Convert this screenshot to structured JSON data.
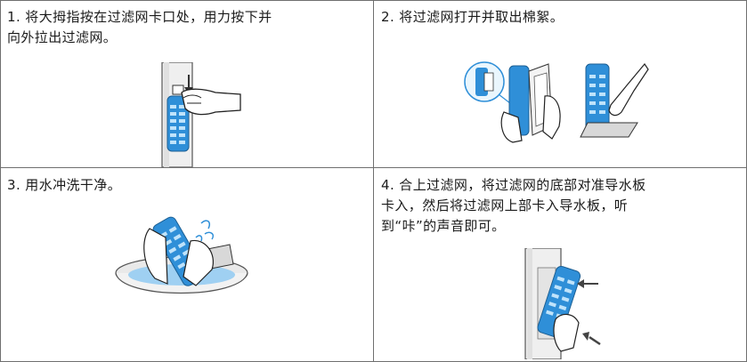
{
  "steps": [
    {
      "number": "1.",
      "text": "将大拇指按在过滤网卡口处，用力按下并\n向外拉出过滤网。",
      "illustration": "press-and-pull-filter"
    },
    {
      "number": "2.",
      "text": "将过滤网打开并取出棉絮。",
      "illustration": "open-filter-remove-lint"
    },
    {
      "number": "3.",
      "text": "用水冲洗干净。",
      "illustration": "rinse-filter-in-basin"
    },
    {
      "number": "4.",
      "text": "合上过滤网，将过滤网的底部对准导水板\n卡入，然后将过滤网上部卡入导水板，听\n到“咔”的声音即可。",
      "illustration": "reinsert-filter"
    }
  ],
  "colors": {
    "accent_blue": "#2f8fd8",
    "light_blue": "#9fd0f2",
    "border": "#6f6f6f"
  }
}
